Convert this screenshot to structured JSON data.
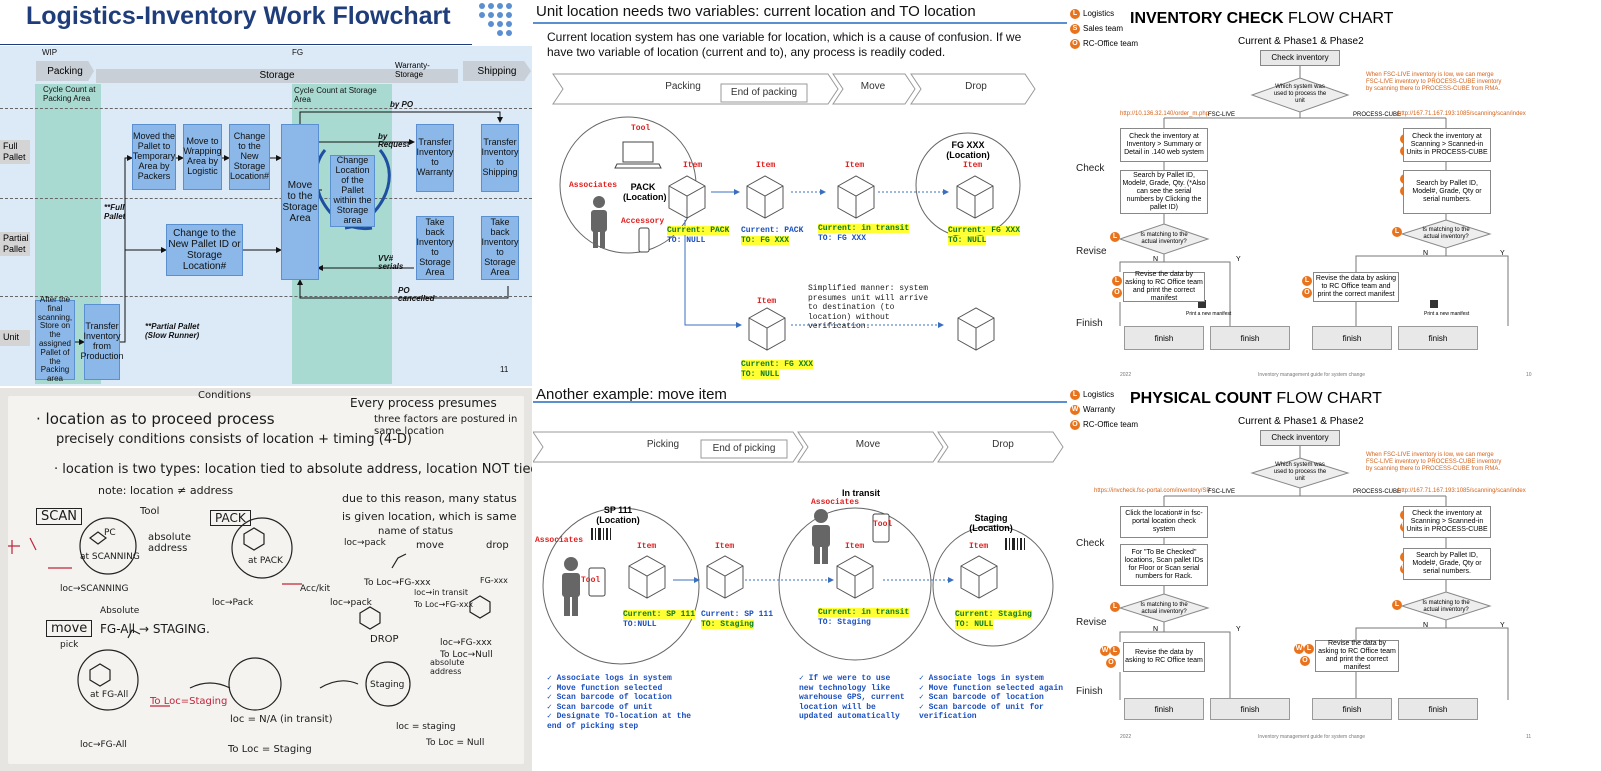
{
  "panel1": {
    "title": "Logistics-Inventory Work Flowchart",
    "wip": "WIP",
    "fg": "FG",
    "packing": "Packing",
    "storage": "Storage",
    "warranty_storage": "Warranty-Storage",
    "shipping": "Shipping",
    "cc_packing": "Cycle Count at Packing Area",
    "cc_storage": "Cycle Count at Storage Area",
    "row_full": "Full Pallet",
    "row_partial": "Partial Pallet",
    "row_unit": "Unit",
    "box_after_scan": "After the final scanning, Store on the assigned Pallet of the Packing area",
    "box_transfer_prod": "Transfer Inventory from Production",
    "box_moved_temp": "Moved the Pallet to Temporary Area by Packers",
    "box_wrapping": "Move to Wrapping Area by Logistic",
    "box_change_loc": "Change to the New Storage Location#",
    "box_change_pallet": "Change to the New Pallet ID or Storage Location#",
    "box_move_storage": "Move to the Storage Area",
    "box_change_loc_pallet": "Change Location of the Pallet within the Storage area",
    "box_transfer_warranty": "Transfer Inventory to Warranty",
    "box_takeback1": "Take back Inventory to Storage Area",
    "box_transfer_shipping": "Transfer Inventory to Shipping",
    "box_takeback2": "Take back Inventory to Storage Area",
    "lbl_full_pallet": "**Full Pallet",
    "lbl_partial_pallet": "**Partial Pallet (Slow Runner)",
    "lbl_by_po": "by PO",
    "lbl_by_request": "by Request",
    "lbl_vv": "VV# serials",
    "lbl_po_cancelled": "PO cancelled",
    "page_num": "11"
  },
  "panel2": {
    "title": "Unit location needs two variables: current location and TO location",
    "desc": "Current location system has one variable for location, which is a cause of confusion. If we have two variable of location (current and to), any process is readily coded.",
    "stages": [
      "Packing",
      "End of packing",
      "Move",
      "Drop"
    ],
    "tool": "Tool",
    "associates": "Associates",
    "accessory": "Accessory",
    "pack_location": "PACK (Location)",
    "fg_location": "FG XXX (Location)",
    "item": "Item",
    "states": [
      {
        "cur": "Current: PACK",
        "to": "TO: NULL"
      },
      {
        "cur": "Current: PACK",
        "to": "TO: FG XXX"
      },
      {
        "cur": "Current: in transit",
        "to": "TO: FG XXX"
      },
      {
        "cur": "Current: FG XXX",
        "to": "TO: NULL"
      },
      {
        "cur": "Current: FG XXX",
        "to": "TO: NULL"
      }
    ],
    "note": "Simplified manner: system presumes unit will arrive to destination (to location) without verification."
  },
  "panel3": {
    "legend": [
      "Logistics",
      "Sales team",
      "RC-Office team"
    ],
    "title_bold": "INVENTORY CHECK",
    "title_rest": "FLOW CHART",
    "subtitle": "Current & Phase1 & Phase2",
    "start": "Check inventory",
    "decision": "Which system was used to process the unit",
    "note": "When FSC-LIVE inventory is low, we can merge FSC-LIVE inventory to PROCESS-CUBE inventory by scanning there to PROCESS-CUBE from RMA.",
    "link_left": "http://10.136.32.140/order_m.php",
    "link_right": "http://167.71.167.193:1085/scanning/scan/index",
    "sys_left": "FSC-LIVE",
    "sys_right": "PROCESS-CUBE",
    "side_check": "Check",
    "side_revise": "Revise",
    "side_finish": "Finish",
    "l_check1": "Check the inventory at Inventory > Summary or Detail in .140 web system",
    "l_check2": "Search by Pallet ID, Model#, Grade, Qty. (*Also can see the serial numbers by Clicking the pallet ID)",
    "r_check1": "Check the inventory at Scanning > Scanned-in Units in PROCESS-CUBE",
    "r_check2": "Search by Pallet ID, Model#, Grade, Qty or serial numbers.",
    "match": "Is matching to the actual inventory?",
    "n": "N",
    "y": "Y",
    "revise": "Revise the data by asking to RC Office team and print the correct manifest",
    "print_manifest": "Print a new manifest",
    "finish": "finish",
    "footer_year": "2022",
    "footer_guide": "Inventory management guide for system change",
    "page": "10"
  },
  "panel4": {
    "lines": [
      "Conditions",
      "Every process presumes",
      "· location as   to proceed process",
      "three factors are postured in same location",
      "precisely conditions   consists of location + timing (4-D)",
      "· location is two types: location tied to absolute address, location NOT tied to",
      "note: location ≠ address",
      "due to this reason, many status",
      "is given location, which is same",
      "name of status",
      "SCAN",
      "PACK",
      "Tool",
      "PC",
      "at SCANNING",
      "at PACK",
      "absolute address",
      "loc→SCANNING",
      "loc→Pack",
      "Acc/kit",
      "loc→pack",
      "move",
      "drop",
      "loc→pack",
      "To Loc→FG-xxx",
      "loc→in transit",
      "To Loc→FG-xxx",
      "FG-xxx",
      "loc→FG-xxx",
      "To Loc→Null",
      "move",
      "FG-All → STAGING.",
      "pick",
      "Absolute",
      "at FG-All",
      "To Loc=Staging",
      "loc→FG-All",
      "loc = N/A (in transit)",
      "To Loc = Staging",
      "DROP",
      "Staging",
      "loc = staging",
      "To Loc = Null",
      "absolute address"
    ]
  },
  "panel5": {
    "title": "Another example: move item",
    "stages": [
      "Picking",
      "End of picking",
      "Move",
      "Drop"
    ],
    "sp_location": "SP 111 (Location)",
    "in_transit": "In transit",
    "staging_location": "Staging (Location)",
    "associates": "Associates",
    "tool": "Tool",
    "item": "Item",
    "states": [
      {
        "cur": "Current: SP 111",
        "to": "TO:NULL"
      },
      {
        "cur": "Current: SP 111",
        "to": "TO: Staging"
      },
      {
        "cur": "Current: in transit",
        "to": "TO: Staging"
      },
      {
        "cur": "Current: Staging",
        "to": "TO: NULL"
      }
    ],
    "checks_left": [
      "Associate logs in system",
      "Move function selected",
      "Scan barcode of location",
      "Scan barcode of unit",
      "Designate TO-location at the end of picking step"
    ],
    "checks_mid": [
      "If we were to use new technology like warehouse GPS, current location will be updated automatically"
    ],
    "checks_right": [
      "Associate logs in system",
      "Move function selected again",
      "Scan barcode of location",
      "Scan barcode of unit for verification"
    ]
  },
  "panel6": {
    "legend": [
      "Logistics",
      "Warranty",
      "RC-Office team"
    ],
    "title_bold": "PHYSICAL COUNT",
    "title_rest": "FLOW CHART",
    "subtitle": "Current & Phase1 & Phase2",
    "start": "Check inventory",
    "decision": "Which system was used to process the unit",
    "note": "When FSC-LIVE inventory is low, we can merge FSC-LIVE inventory to PROCESS-CUBE inventory by scanning there to PROCESS-CUBE from RMA.",
    "link_left": "https://invcheck.fsc-portal.com/inventory/SP",
    "link_right": "http://167.71.167.193:1085/scanning/scan/index",
    "sys_left": "FSC-LIVE",
    "sys_right": "PROCESS-CUBE",
    "side_check": "Check",
    "side_revise": "Revise",
    "side_finish": "Finish",
    "l_check1": "Click the location# in fsc-portal location check system",
    "l_check2": "For \"To Be Checked\" locations, Scan pallet IDs for Floor or Scan serial numbers for Rack.",
    "r_check1": "Check the inventory at Scanning > Scanned-in Units in PROCESS-CUBE",
    "r_check2": "Search by Pallet ID, Model#, Grade, Qty or serial numbers.",
    "match": "Is matching to the actual inventory?",
    "n": "N",
    "y": "Y",
    "revise_l": "Revise the data by asking to RC Office team",
    "revise_r": "Revise the data by asking to RC Office team and print the correct manifest",
    "finish": "finish",
    "footer_year": "2022",
    "footer_guide": "Inventory management guide for system change",
    "page": "11"
  },
  "colors": {
    "flow_box": "#8bb8e8",
    "lane_teal": "#a8dad2",
    "highlight": "#ffff33",
    "orange": "#e9731c",
    "title_blue": "#1f3d7a"
  }
}
